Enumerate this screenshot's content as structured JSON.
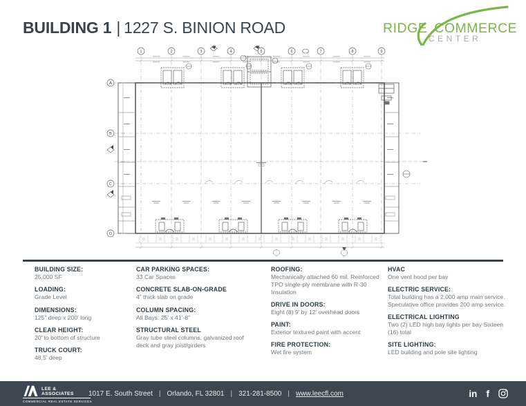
{
  "header": {
    "building": "BUILDING 1",
    "separator": "|",
    "address": "1227 S. BINION ROAD"
  },
  "logo": {
    "word1": "RIDGE",
    "word2": "COMMERCE",
    "word3": "CENTER",
    "green": "#7ab648",
    "gray": "#a8aaad"
  },
  "floor_plan": {
    "grid_columns": [
      "1",
      "2",
      "3",
      "4",
      "5",
      "6",
      "7",
      "8",
      "9"
    ],
    "grid_rows": [
      "A",
      "B",
      "C",
      "D"
    ]
  },
  "specs": {
    "columns": [
      {
        "items": [
          {
            "label": "BUILDING SIZE:",
            "value": "25,000 SF"
          },
          {
            "label": "LOADING:",
            "value": "Grade Level"
          },
          {
            "label": "DIMENSIONS:",
            "value": "125” deep x 200’ long"
          },
          {
            "label": "CLEAR HEIGHT:",
            "value": "20’ to bottom of structure"
          },
          {
            "label": "TRUCK COURT:",
            "value": "48.5’ deep"
          }
        ]
      },
      {
        "items": [
          {
            "label": "CAR PARKING SPACES:",
            "value": "33 Car Spaces"
          },
          {
            "label": "CONCRETE SLAB-ON-GRADE",
            "value": "4” thick slab on grade"
          },
          {
            "label": "COLUMN SPACING:",
            "value": "All Bays: 25’ x 41’-8”"
          },
          {
            "label": "STRUCTURAL STEEL",
            "value": "Gray tube steel columns, galvanized roof deck and gray joist/girders"
          }
        ]
      },
      {
        "items": [
          {
            "label": "ROOFING:",
            "value": "Mechanically attached 60 mil. Reinforced TPO single-ply membrane with R-30 Insulation"
          },
          {
            "label": "DRIVE IN DOORS:",
            "value": "Eight (8) 9’ by 12’ overhead doors"
          },
          {
            "label": "PAINT:",
            "value": "Exterior textured paint with accent"
          },
          {
            "label": "FIRE PROTECTION:",
            "value": "Wet fire system"
          }
        ]
      },
      {
        "items": [
          {
            "label": "HVAC",
            "value": "One vent hood per bay"
          },
          {
            "label": "ELECTRIC SERVICE:",
            "value": "Total building has a 2,000 amp main service. Speculative office provides 200 amp service."
          },
          {
            "label": "ELECTRICAL LIGHTING",
            "value": "Two (2) LED high bay lights per bay Sixteen (16) total"
          },
          {
            "label": "SITE LIGHTING:",
            "value": "LED building and pole site lighting"
          }
        ]
      }
    ]
  },
  "footer": {
    "brand_line1": "LEE &",
    "brand_line2": "ASSOCIATES",
    "brand_tagline": "COMMERCIAL REAL ESTATE SERVICES",
    "separator": "|",
    "items": [
      "1017 E. South Street",
      "Orlando, FL 32801",
      "321-281-8500",
      "www.leecfl.com"
    ],
    "social": [
      {
        "icon": "linkedin-icon",
        "glyph": "in"
      },
      {
        "icon": "facebook-icon",
        "glyph": "f"
      },
      {
        "icon": "instagram-icon",
        "glyph": ""
      }
    ],
    "bg": "#3d4751"
  }
}
